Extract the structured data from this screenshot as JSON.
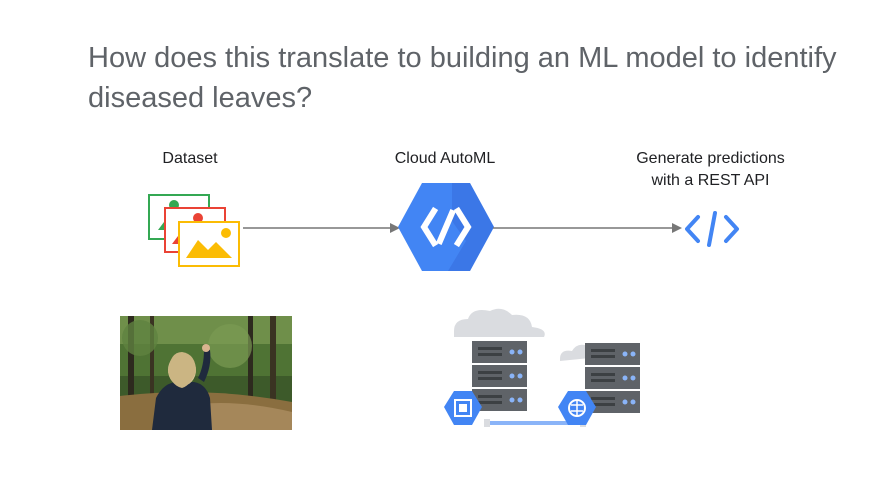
{
  "slide": {
    "title": "How does this translate to building an ML model to identify diseased leaves?"
  },
  "pipeline": {
    "dataset_label": "Dataset",
    "automl_label": "Cloud AutoML",
    "predictions_label": "Generate predictions\nwith a REST API"
  },
  "colors": {
    "title_text": "#5f6368",
    "google_blue": "#4285f4",
    "google_red": "#ea4335",
    "google_yellow": "#fbbc04",
    "google_green": "#34a853",
    "arrow": "#777777",
    "server_dark": "#5f6368",
    "cloud": "#dadce0"
  },
  "icons": {
    "dataset": "image-stack-icon",
    "automl": "cloud-automl-icon",
    "api": "code-brackets-icon",
    "servers": "server-rack-icon",
    "photo": "photo-person-forest"
  }
}
